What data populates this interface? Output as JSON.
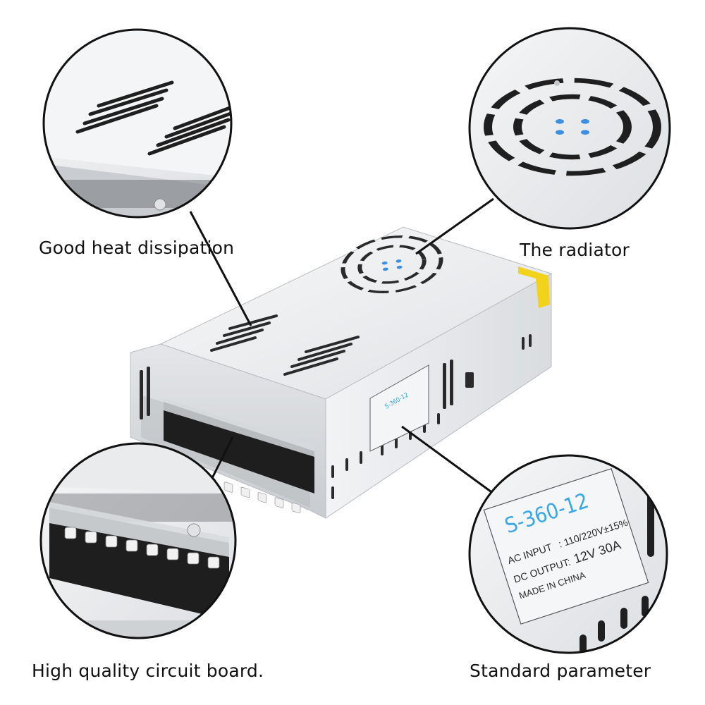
{
  "captions": {
    "heat": "Good heat dissipation",
    "radiator": "The radiator",
    "circuit": "High quality circuit board.",
    "parameter": "Standard parameter"
  },
  "label": {
    "model": "S-360-12",
    "ac_input_key": "AC INPUT",
    "ac_input_value": ": 110/220V±15%",
    "dc_output_key": "DC OUTPUT:",
    "dc_output_value": "12V  30A",
    "origin": "MADE IN CHINA"
  },
  "colors": {
    "case_light": "#eef0f2",
    "case_shadow": "#c9ccd0",
    "terminal_black": "#1e1e1e",
    "label_blue": "#3aa6e6",
    "fan_blue": "#3b8fe0",
    "sticker_yellow": "#f3d21c"
  }
}
